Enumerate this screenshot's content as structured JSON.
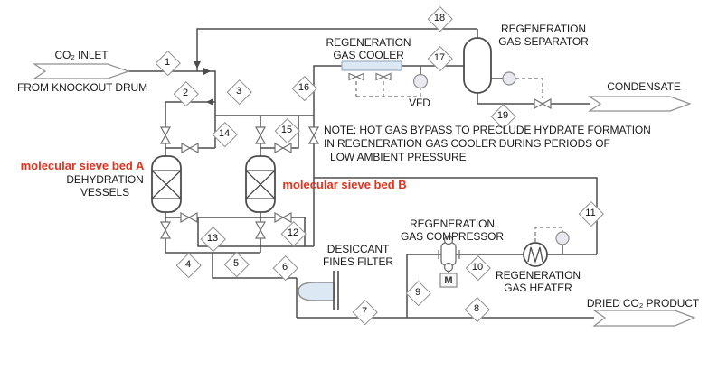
{
  "labels": {
    "co2_inlet": "CO₂ INLET",
    "from_knockout_drum": "FROM KNOCKOUT DRUM",
    "cooler_line1": "REGENERATION",
    "cooler_line2": "GAS COOLER",
    "vfd": "VFD",
    "separator_line1": "REGENERATION",
    "separator_line2": "GAS SEPARATOR",
    "condensate": "CONDENSATE",
    "note_line1": "NOTE: HOT GAS BYPASS TO PRECLUDE HYDRATE FORMATION",
    "note_line2": "IN REGENERATION GAS COOLER DURING PERIODS OF",
    "note_line3": "LOW AMBIENT PRESSURE",
    "bed_a": "molecular sieve bed A",
    "dehydration_line1": "DEHYDRATION",
    "dehydration_line2": "VESSELS",
    "bed_b": "molecular sieve bed B",
    "filter_line1": "DESICCANT",
    "filter_line2": "FINES FILTER",
    "compressor_line1": "REGENERATION",
    "compressor_line2": "GAS COMPRESSOR",
    "heater_line1": "REGENERATION",
    "heater_line2": "GAS HEATER",
    "dried_product": "DRIED CO₂ PRODUCT",
    "motor": "M"
  },
  "streams": [
    "1",
    "2",
    "3",
    "4",
    "5",
    "6",
    "7",
    "8",
    "9",
    "10",
    "11",
    "12",
    "13",
    "14",
    "15",
    "16",
    "17",
    "18",
    "19"
  ],
  "colors": {
    "pipe_line": "#4d4d4d",
    "red_label": "#e2331f",
    "cooler_fill": "#dce9f5",
    "filter_fill": "#dce9f5",
    "instrument_fill": "#e9e9f2",
    "diamond_border": "#8f8f8f",
    "valve_stroke": "#707070",
    "text": "#1a1a1a",
    "background": "#ffffff"
  }
}
